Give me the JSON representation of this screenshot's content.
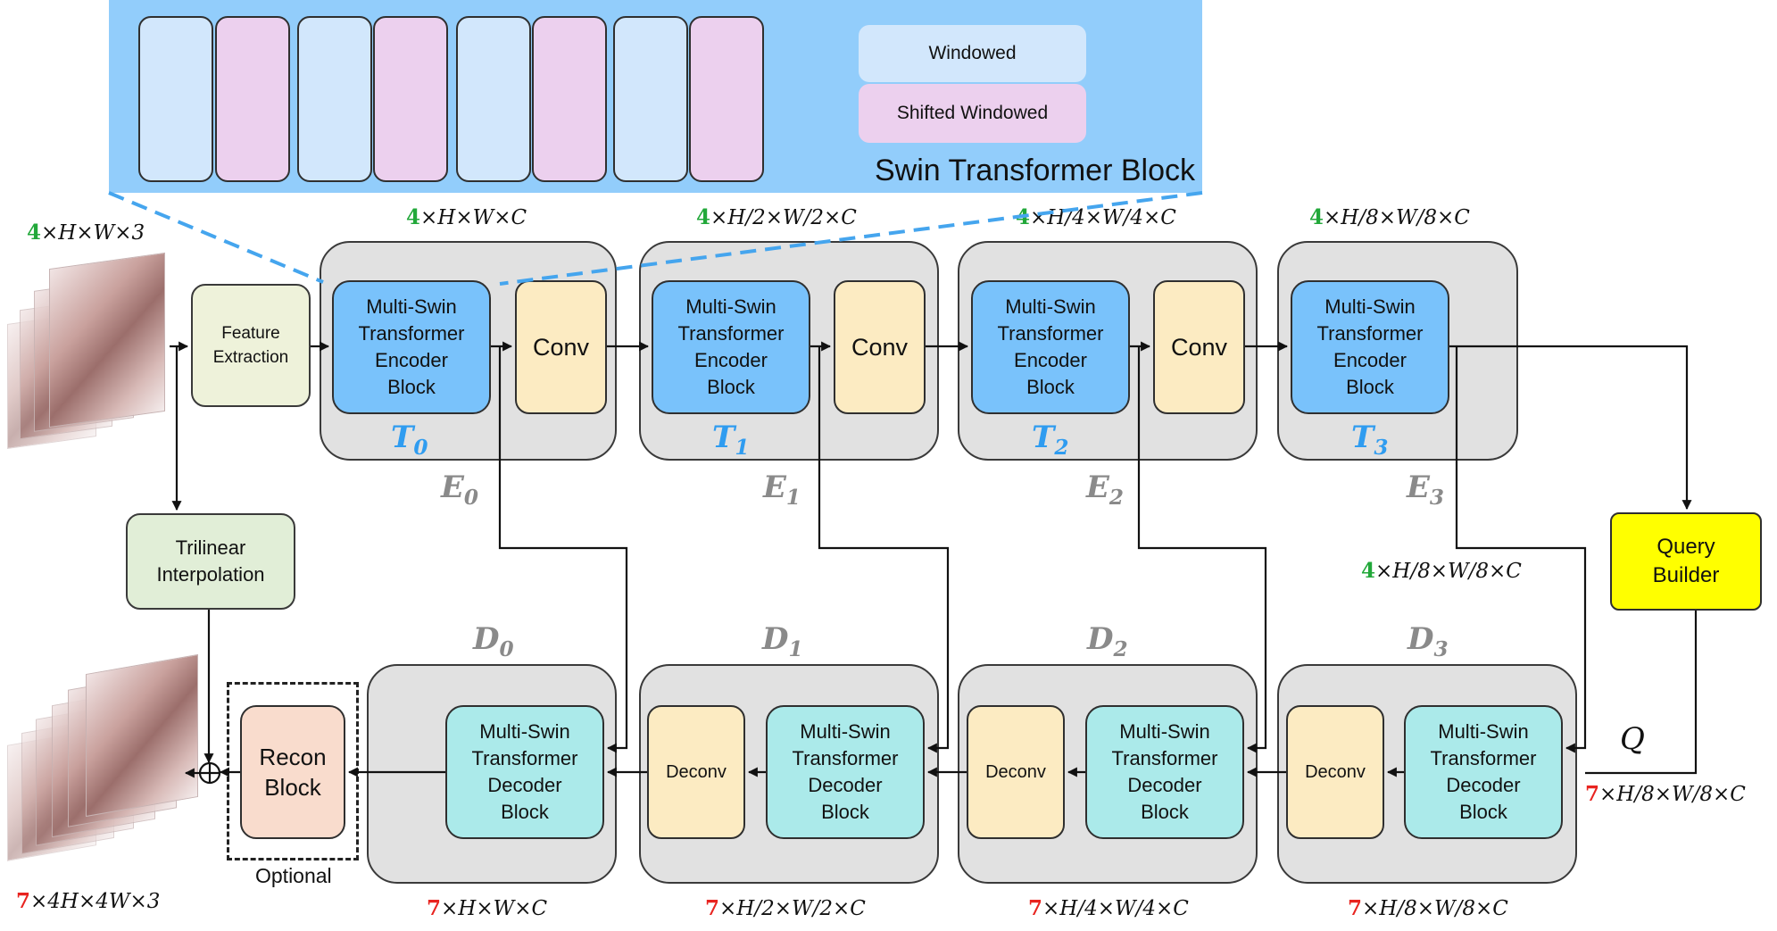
{
  "swin_block": {
    "title": "Swin Transformer Block",
    "legend": {
      "windowed": "Windowed",
      "shifted": "Shifted Windowed"
    }
  },
  "input": {
    "dims": {
      "count": "4",
      "rest": "×H×W×3"
    }
  },
  "output": {
    "dims": {
      "count": "7",
      "rest": "×4H×4W×3"
    }
  },
  "blocks": {
    "feature_extraction": [
      "Feature",
      "Extraction"
    ],
    "trilinear": [
      "Trilinear",
      "Interpolation"
    ],
    "query_builder": [
      "Query",
      "Builder"
    ],
    "recon": [
      "Recon",
      "Block"
    ],
    "optional": "Optional",
    "encoder_block": [
      "Multi-Swin",
      "Transformer",
      "Encoder",
      "Block"
    ],
    "decoder_block": [
      "Multi-Swin",
      "Transformer",
      "Decoder",
      "Block"
    ],
    "conv": "Conv",
    "deconv": "Deconv"
  },
  "encoder_stages": [
    {
      "t": "T",
      "t_sub": "0",
      "e": "E",
      "e_sub": "0",
      "dim_count": "4",
      "dim_rest": "×H×W×C"
    },
    {
      "t": "T",
      "t_sub": "1",
      "e": "E",
      "e_sub": "1",
      "dim_count": "4",
      "dim_rest": "×H/2×W/2×C"
    },
    {
      "t": "T",
      "t_sub": "2",
      "e": "E",
      "e_sub": "2",
      "dim_count": "4",
      "dim_rest": "×H/4×W/4×C"
    },
    {
      "t": "T",
      "t_sub": "3",
      "e": "E",
      "e_sub": "3",
      "dim_count": "4",
      "dim_rest": "×H/8×W/8×C"
    }
  ],
  "decoder_stages": [
    {
      "d": "D",
      "d_sub": "0",
      "dim_count": "7",
      "dim_rest": "×H×W×C"
    },
    {
      "d": "D",
      "d_sub": "1",
      "dim_count": "7",
      "dim_rest": "×H/2×W/2×C"
    },
    {
      "d": "D",
      "d_sub": "2",
      "dim_count": "7",
      "dim_rest": "×H/4×W/4×C"
    },
    {
      "d": "D",
      "d_sub": "3",
      "dim_count": "7",
      "dim_rest": "×H/8×W/8×C"
    }
  ],
  "skip_dims": {
    "count": "4",
    "rest": "×H/8×W/8×C"
  },
  "query": {
    "label": "Q",
    "dim_count": "7",
    "dim_rest": "×H/8×W/8×C"
  },
  "colors": {
    "swin_panel": "#92cdfb",
    "encoder_block": "#79c2fb",
    "decoder_block": "#abeaea",
    "conv": "#fcebc2",
    "query_builder": "#ffff00",
    "recon": "#f9dccd",
    "input_count": "#22a83a",
    "output_count": "#e8231f",
    "t_label": "#2f9cf0",
    "stage_label": "#8a8a8a"
  }
}
